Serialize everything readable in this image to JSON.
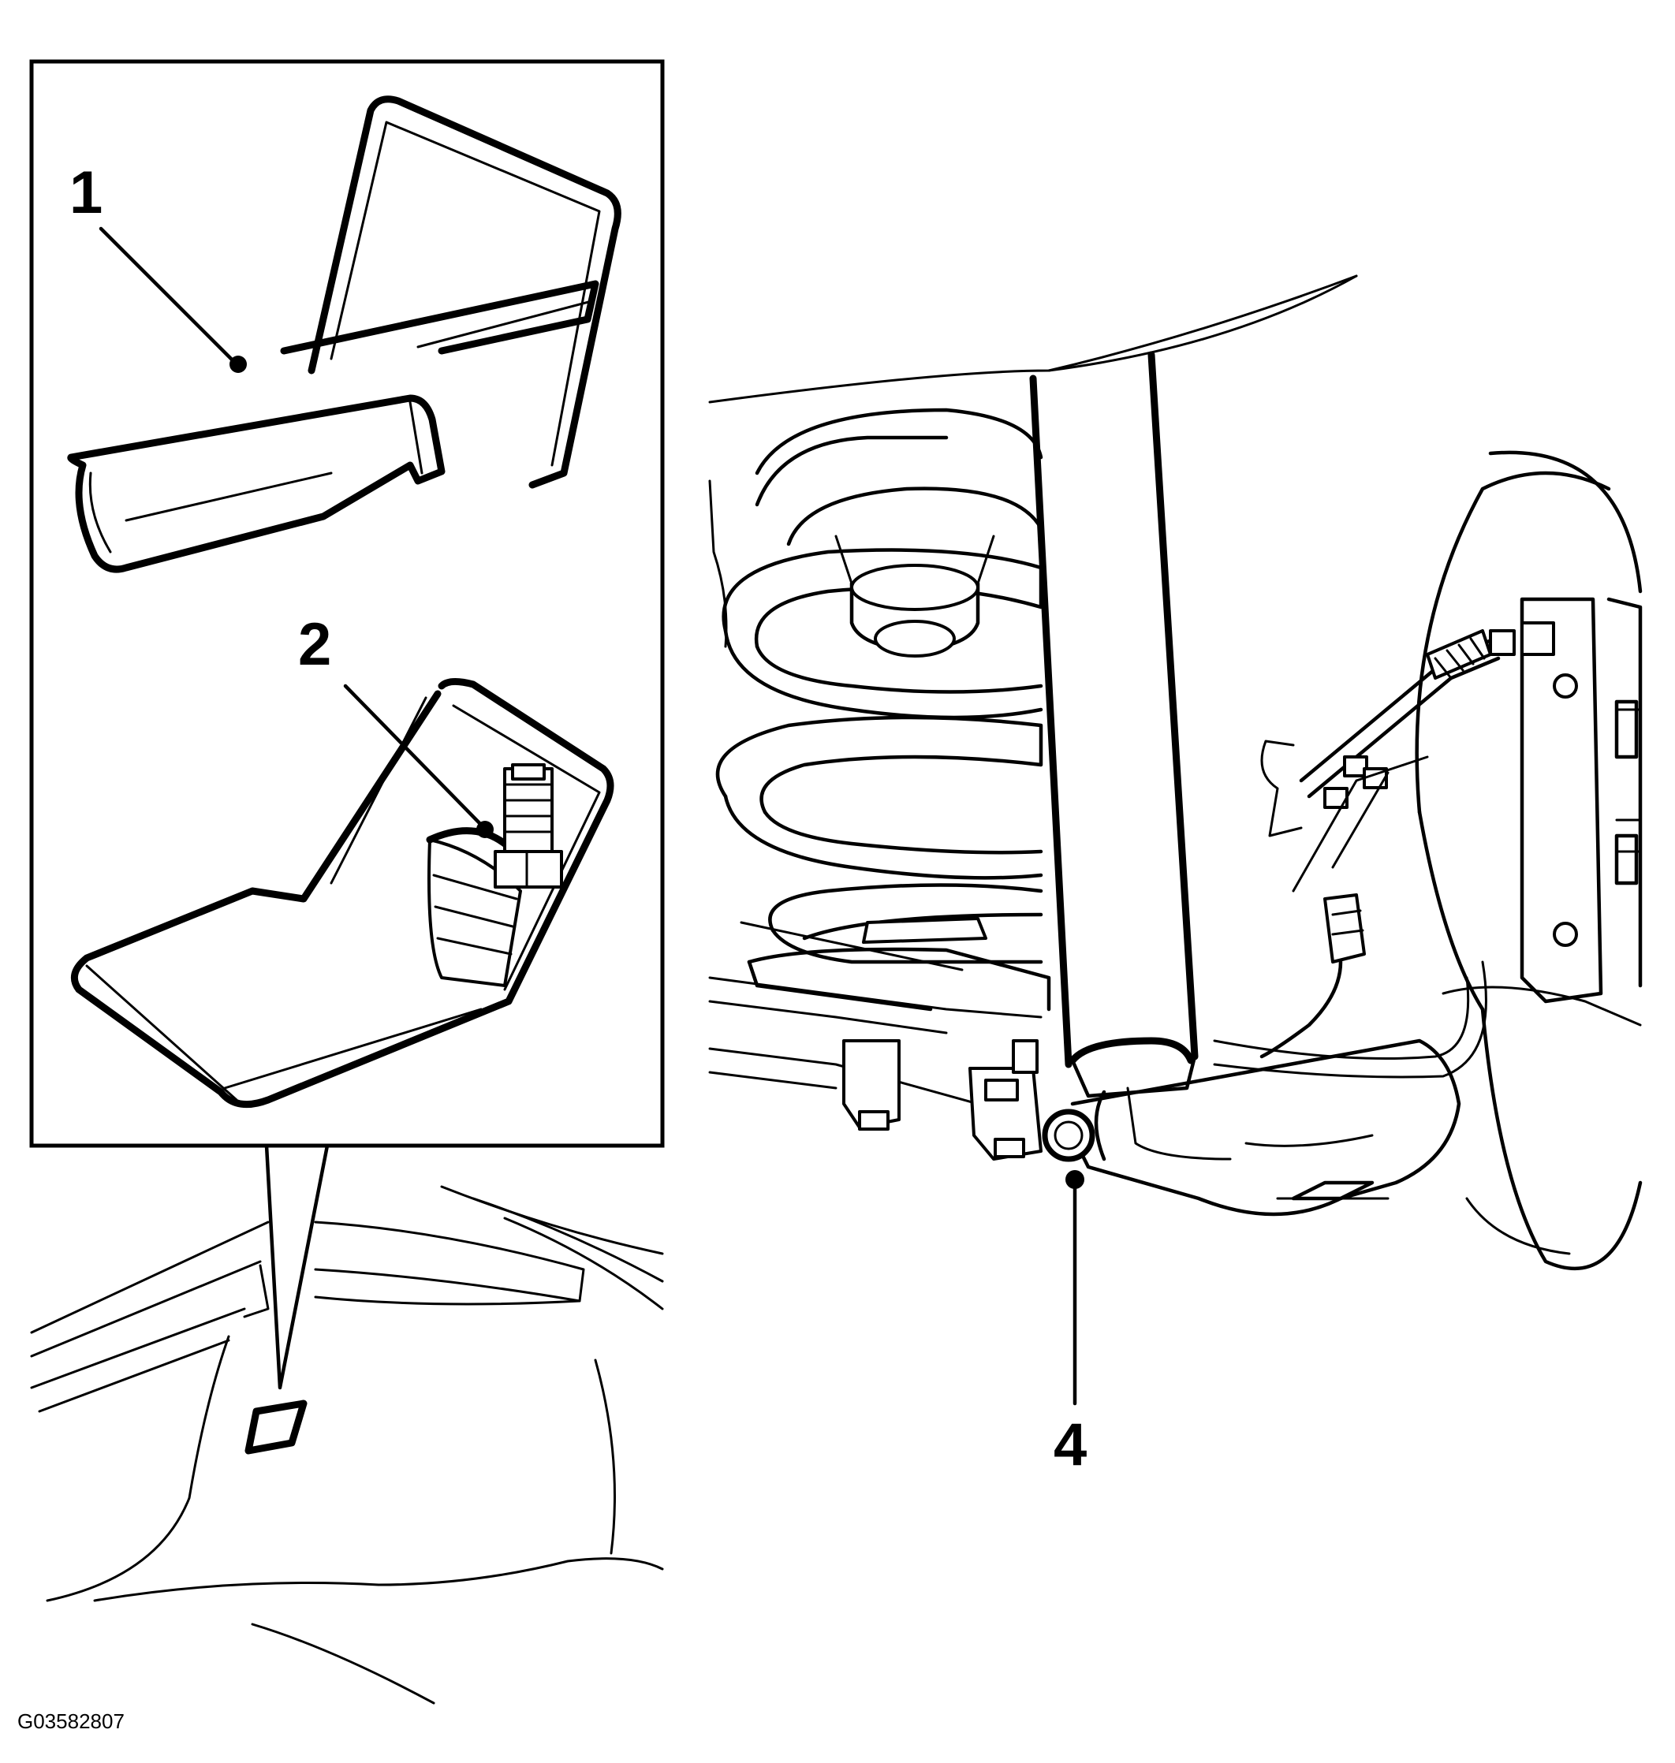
{
  "callouts": {
    "c1": "1",
    "c2": "2",
    "c4": "4"
  },
  "figure_id": "G03582807",
  "colors": {
    "line": "#000000",
    "background": "#ffffff"
  }
}
